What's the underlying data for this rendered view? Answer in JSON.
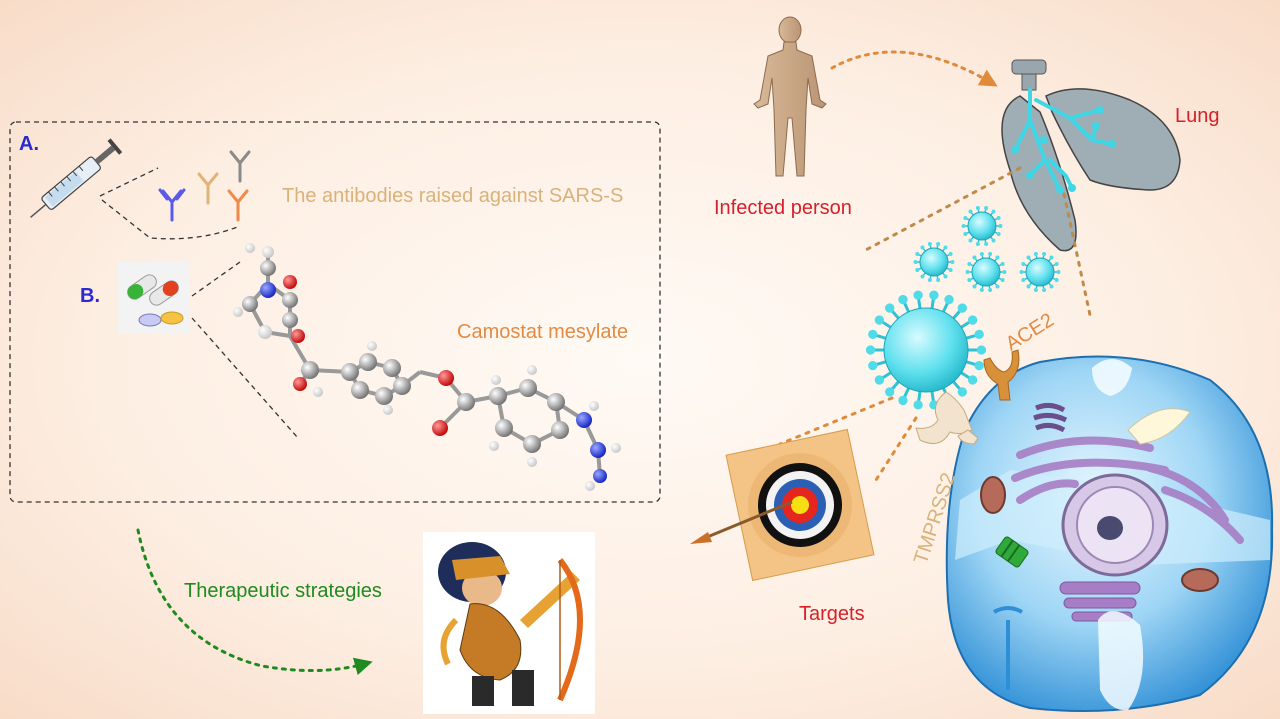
{
  "labels": {
    "a": "A.",
    "b": "B.",
    "antibodies": "The antibodies raised against SARS-S",
    "camostat": "Camostat mesylate",
    "infected_person": "Infected person",
    "lung": "Lung",
    "targets": "Targets",
    "therapeutic": "Therapeutic strategies",
    "ace2": "ACE2",
    "tmprss2": "TMPRSS2"
  },
  "colors": {
    "panel_label": "#2a2ad0",
    "antibodies_text": "#d9b27a",
    "camostat_text": "#e38a42",
    "red_label": "#d6202a",
    "green_label": "#1f8a1f",
    "dotted_orange": "#e08a3a",
    "dotted_green": "#1f8a1f",
    "virus": "#46d8e6"
  },
  "icons": [
    "syringe-icon",
    "antibody-icon",
    "pill-icon",
    "molecule-icon",
    "human-figure-icon",
    "lung-icon",
    "virus-icon",
    "target-icon",
    "archer-icon",
    "cell-icon"
  ]
}
